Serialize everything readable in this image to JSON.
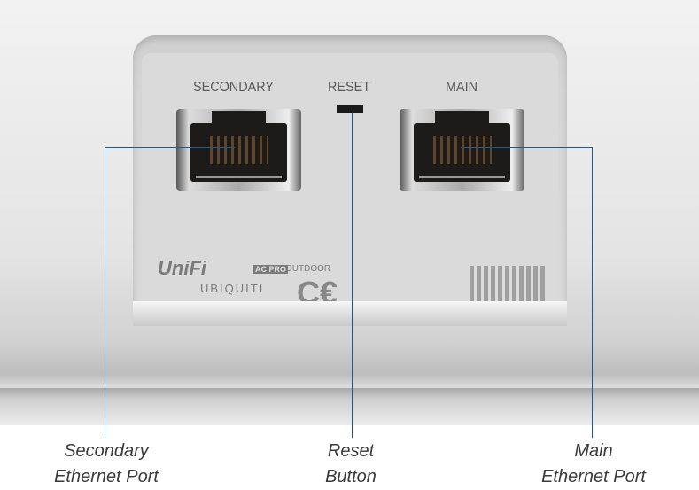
{
  "device": {
    "ports": [
      {
        "label": "SECONDARY"
      },
      {
        "label": "RESET"
      },
      {
        "label": "MAIN"
      }
    ],
    "product_label": {
      "logo": "UniFi",
      "badge": "AC PRO",
      "variant": "OUTDOOR",
      "brand": "UBIQUITI"
    }
  },
  "callouts": [
    {
      "line1": "Secondary",
      "line2": "Ethernet Port"
    },
    {
      "line1": "Reset",
      "line2": "Button"
    },
    {
      "line1": "Main",
      "line2": "Ethernet Port"
    }
  ],
  "colors": {
    "callout_line": "#1a5a9a"
  }
}
